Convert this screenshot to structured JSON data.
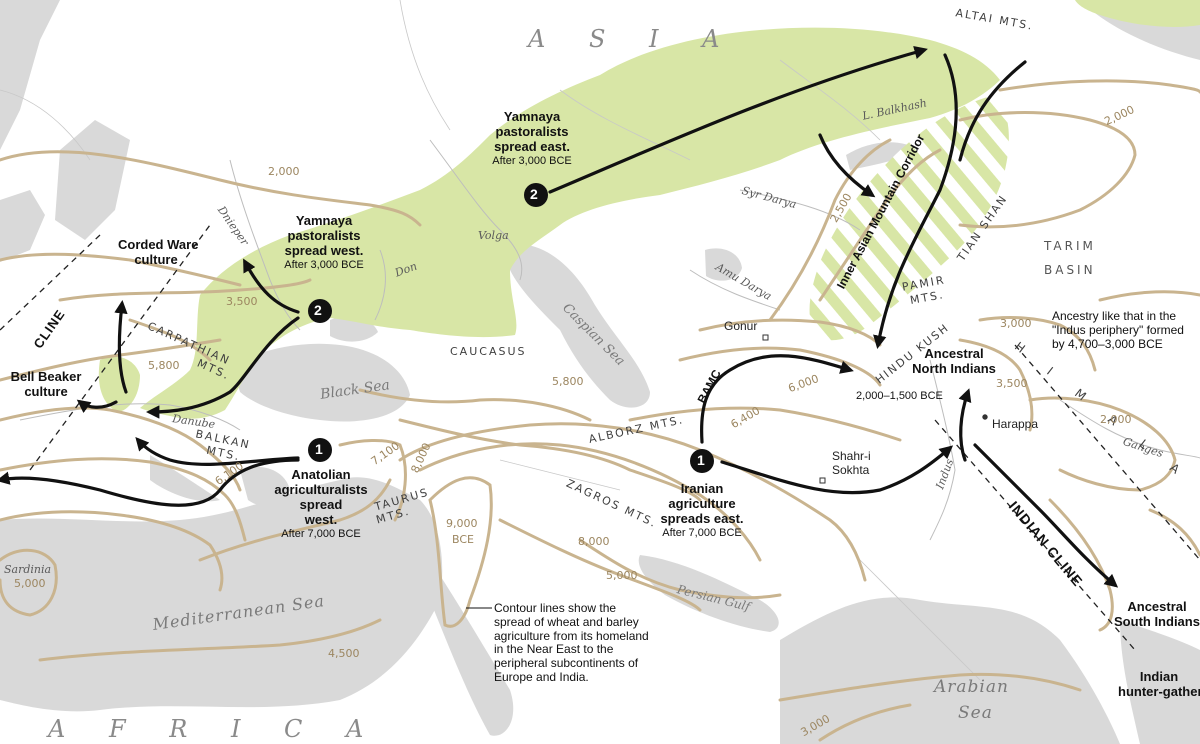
{
  "regions": {
    "asia": "A S I A",
    "africa": "A F R I C A"
  },
  "waters": {
    "black_sea": "Black Sea",
    "caspian_sea": "Caspian Sea",
    "mediterranean_sea": "Mediterranean Sea",
    "persian_gulf": "Persian Gulf",
    "arabian_sea_1": "Arabian",
    "arabian_sea_2": "Sea",
    "l_balkhash": "L. Balkhash"
  },
  "rivers": {
    "dnieper": "Dnieper",
    "don": "Don",
    "volga": "Volga",
    "danube": "Danube",
    "syr_darya": "Syr Darya",
    "amu_darya": "Amu Darya",
    "indus": "Indus",
    "ganges": "Ganges"
  },
  "mountains": {
    "altai": "ALTAI MTS.",
    "carpathian_1": "CARPATHIAN",
    "carpathian_2": "MTS.",
    "caucasus": "CAUCASUS",
    "balkan_1": "BALKAN",
    "balkan_2": "MTS.",
    "taurus_1": "TAURUS",
    "taurus_2": "MTS.",
    "zagros": "ZAGROS MTS.",
    "alborz": "ALBORZ MTS.",
    "hindu_kush": "HINDU KUSH",
    "pamir_1": "PAMIR",
    "pamir_2": "MTS.",
    "tian_shan": "TIAN SHAN",
    "himalaya": "H I M A L A"
  },
  "basins": {
    "tarim_1": "TARIM",
    "tarim_2": "BASIN"
  },
  "places": {
    "sardinia": "Sardinia",
    "gonur": "Gonur",
    "harappa": "Harappa",
    "shahr_1": "Shahr-i",
    "shahr_2": "Sokhta"
  },
  "contours": {
    "c2000_europe": "2,000",
    "c3500_europe": "3,500",
    "c5800_carp": "5,800",
    "c6100": "6,100",
    "c7100": "7,100",
    "c8000_anat": "8,000",
    "c9000": "9,000",
    "c9000_bce": "BCE",
    "c8000_zag": "8,000",
    "c5000_gulf": "5,000",
    "c5800_cauc": "5,800",
    "c6400": "6,400",
    "c6000": "6,000",
    "c2500": "2,500",
    "c2000_east": "2,000",
    "c3000_him": "3,000",
    "c3500_ind": "3,500",
    "c2000_ganges": "2,000",
    "c4500": "4,500",
    "c5000_sard": "5,000",
    "c3000_arab": "3,000"
  },
  "migrations": {
    "yamnaya_east": {
      "marker": "2",
      "title_1": "Yamnaya",
      "title_2": "pastoralists",
      "title_3": "spread east.",
      "date": "After 3,000 BCE"
    },
    "yamnaya_west": {
      "marker": "2",
      "title_1": "Yamnaya",
      "title_2": "pastoralists",
      "title_3": "spread west.",
      "date": "After 3,000 BCE"
    },
    "anatolian": {
      "marker": "1",
      "title_1": "Anatolian",
      "title_2": "agriculturalists",
      "title_3": "spread",
      "title_4": "west.",
      "date": "After 7,000 BCE"
    },
    "iranian": {
      "marker": "1",
      "title_1": "Iranian",
      "title_2": "agriculture",
      "title_3": "spreads east.",
      "date": "After 7,000 BCE"
    }
  },
  "cultures": {
    "corded_ware_1": "Corded Ware",
    "corded_ware_2": "culture",
    "bell_beaker_1": "Bell Beaker",
    "bell_beaker_2": "culture",
    "ani_1": "Ancestral",
    "ani_2": "North Indians",
    "ani_date": "2,000–1,500 BCE",
    "asi_1": "Ancestral",
    "asi_2": "South Indians",
    "ihg_1": "Indian",
    "ihg_2": "hunter-gatherers"
  },
  "features": {
    "cline": "CLINE",
    "indian_cline": "INDIAN CLINE",
    "bamc": "BAMC",
    "iamc": "Inner Asian Mountain Corridor"
  },
  "notes": {
    "indus_periphery_1": "Ancestry like that in the",
    "indus_periphery_2": "\"Indus periphery\" formed",
    "indus_periphery_3": "by 4,700–3,000 BCE",
    "contour_note": "Contour lines show the spread of wheat and barley agriculture from its homeland in the Near East to the peripheral subcontinents of Europe and India."
  },
  "colors": {
    "land": "#ffffff",
    "water": "#d9d9d9",
    "steppe": "#d8e6a6",
    "contour": "#c9b48f",
    "arrow": "#111111",
    "marker_bg": "#111111"
  }
}
